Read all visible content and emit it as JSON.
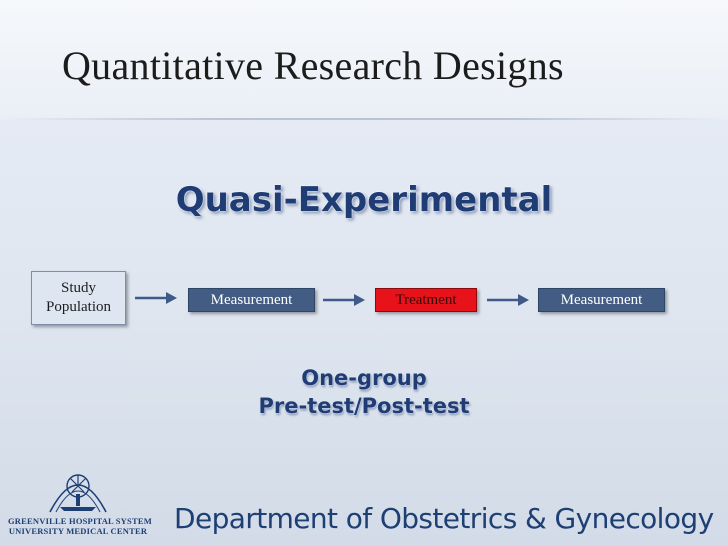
{
  "slide": {
    "title": "Quantitative Research Designs",
    "subtitle": "Quasi-Experimental"
  },
  "flow": {
    "study_line1": "Study",
    "study_line2": "Population",
    "steps": [
      {
        "label": "Measurement"
      },
      {
        "label": "Treatment"
      },
      {
        "label": "Measurement"
      }
    ]
  },
  "caption": {
    "line1": "One-group",
    "line2": "Pre-test/Post-test"
  },
  "footer": {
    "logo_line1": "GREENVILLE HOSPITAL SYSTEM",
    "logo_line2": "UNIVERSITY MEDICAL CENTER",
    "department": "Department of Obstetrics & Gynecology"
  },
  "colors": {
    "heading_blue": "#1f3c75",
    "measurement_box": "#425c84",
    "treatment_box": "#e8121b",
    "arrow": "#3f5a88"
  },
  "icons": {
    "logo": "tree-seal-logo",
    "connector": "right-arrow-icon"
  }
}
